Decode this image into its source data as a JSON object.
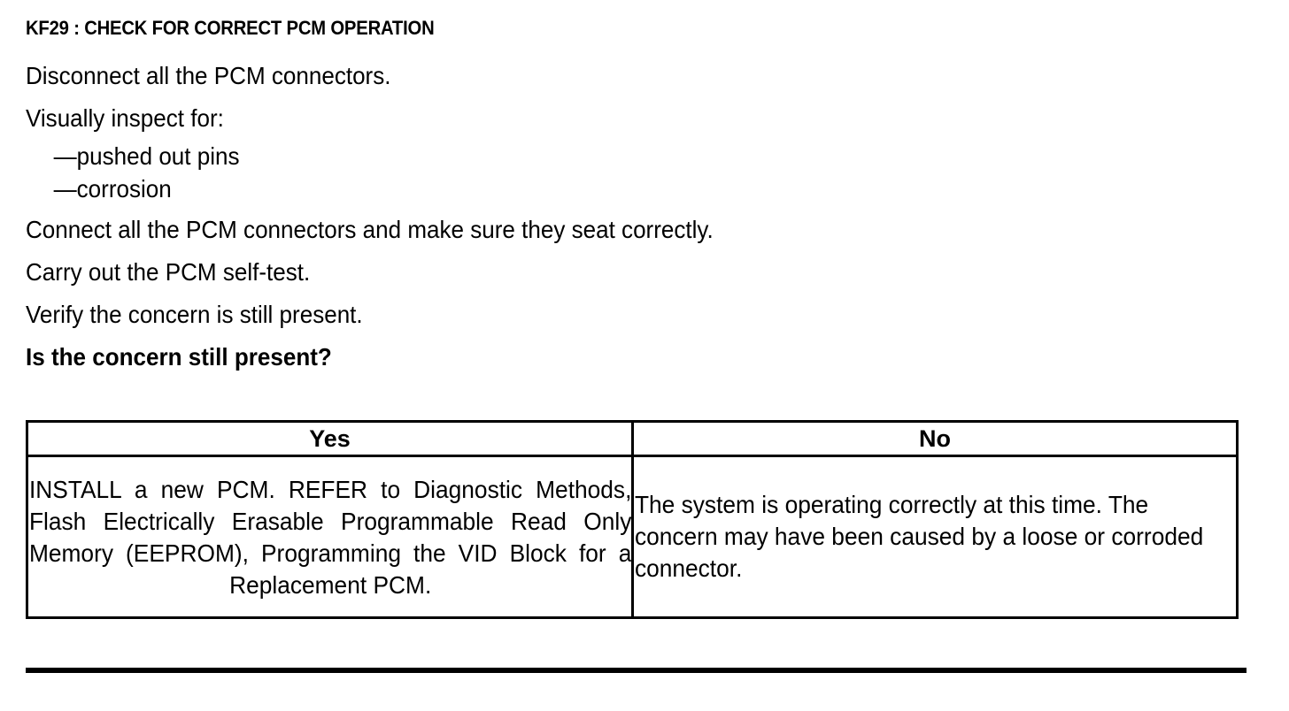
{
  "document": {
    "step_title": "KF29 : CHECK FOR CORRECT PCM OPERATION",
    "instructions": [
      "Disconnect all the PCM connectors.",
      "Visually inspect for:"
    ],
    "inspect_items": [
      "—pushed out pins",
      "—corrosion"
    ],
    "instructions_after": [
      "Connect all the PCM connectors and make sure they seat correctly.",
      "Carry out the PCM self-test.",
      "Verify the concern is still present."
    ],
    "question": "Is the concern still present?"
  },
  "decision_table": {
    "headers": {
      "yes": "Yes",
      "no": "No"
    },
    "cells": {
      "yes": "INSTALL a new PCM. REFER to Diagnostic Methods, Flash Electrically Erasable Programmable Read Only Memory (EEPROM), Programming the VID Block for a Replacement PCM.",
      "no": "The system is operating correctly at this time. The concern may have been caused by a loose or corroded connector."
    }
  },
  "colors": {
    "text": "#000000",
    "background": "#ffffff",
    "rule": "#000000"
  }
}
